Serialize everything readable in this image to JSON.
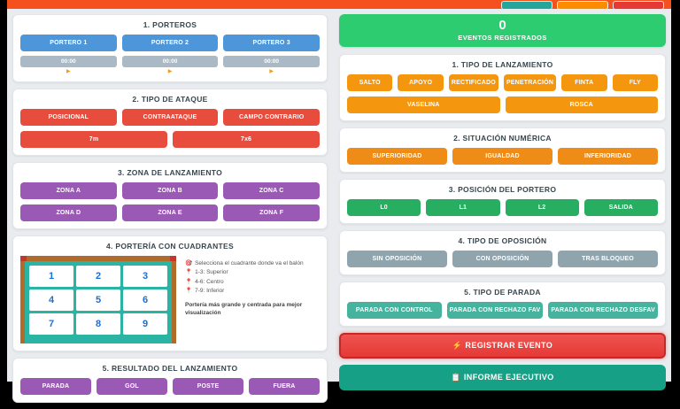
{
  "palette": {
    "topbar": "#f4511e",
    "blue": "#4d96d9",
    "red": "#e74c3c",
    "purple": "#9b59b6",
    "orange": "#f5960f",
    "green": "#27ae60",
    "gray": "#90a4ae",
    "teal": "#45b39d",
    "counter_green": "#2ecc71",
    "goal_teal": "#2bb3a3",
    "goal_post": "#b06a2a"
  },
  "icons": {
    "timer_play": "▶",
    "register": "⚡",
    "report": "📋",
    "target": "🎯",
    "pin1": "📍",
    "pin2": "📍",
    "pin3": "📍"
  },
  "left": {
    "porteros": {
      "title": "1. PORTEROS",
      "buttons": [
        "PORTERO 1",
        "PORTERO 2",
        "PORTERO 3"
      ],
      "timers": [
        "00:00",
        "00:00",
        "00:00"
      ]
    },
    "tipo_ataque": {
      "title": "2. TIPO DE ATAQUE",
      "row1": [
        "POSICIONAL",
        "CONTRAATAQUE",
        "CAMPO CONTRARIO"
      ],
      "row2": [
        "7m",
        "7x6"
      ]
    },
    "zona": {
      "title": "3. ZONA DE LANZAMIENTO",
      "buttons": [
        "ZONA A",
        "ZONA B",
        "ZONA C",
        "ZONA D",
        "ZONA E",
        "ZONA F"
      ]
    },
    "porteria": {
      "title": "4. PORTERÍA CON CUADRANTES",
      "cells": [
        "1",
        "2",
        "3",
        "4",
        "5",
        "6",
        "7",
        "8",
        "9"
      ],
      "help_intro": "Selecciona el cuadrante donde va el balón",
      "help_items": [
        "1-3: Superior",
        "4-6: Centro",
        "7-9: Inferior"
      ],
      "help_note": "Portería más grande y centrada para mejor visualización"
    },
    "resultado": {
      "title": "5. RESULTADO DEL LANZAMIENTO",
      "buttons": [
        "PARADA",
        "GOL",
        "POSTE",
        "FUERA"
      ]
    }
  },
  "right": {
    "counter": {
      "value": "0",
      "label": "EVENTOS REGISTRADOS"
    },
    "tipo_lanzamiento": {
      "title": "1. TIPO DE LANZAMIENTO",
      "row1": [
        "SALTO",
        "APOYO",
        "RECTIFICADO",
        "PENETRACIÓN",
        "FINTA",
        "FLY"
      ],
      "row2": [
        "VASELINA",
        "ROSCA"
      ]
    },
    "situacion": {
      "title": "2. SITUACIÓN NUMÉRICA",
      "buttons": [
        "SUPERIORIDAD",
        "IGUALDAD",
        "INFERIORIDAD"
      ]
    },
    "posicion": {
      "title": "3. POSICIÓN DEL PORTERO",
      "buttons": [
        "L0",
        "L1",
        "L2",
        "SALIDA"
      ]
    },
    "oposicion": {
      "title": "4. TIPO DE OPOSICIÓN",
      "buttons": [
        "SIN OPOSICIÓN",
        "CON OPOSICIÓN",
        "TRAS BLOQUEO"
      ]
    },
    "parada": {
      "title": "5. TIPO DE PARADA",
      "buttons": [
        "PARADA CON CONTROL",
        "PARADA CON RECHAZO FAV",
        "PARADA CON RECHAZO DESFAV"
      ]
    },
    "registrar": {
      "label": "REGISTRAR EVENTO"
    },
    "informe": {
      "label": "INFORME EJECUTIVO"
    }
  }
}
